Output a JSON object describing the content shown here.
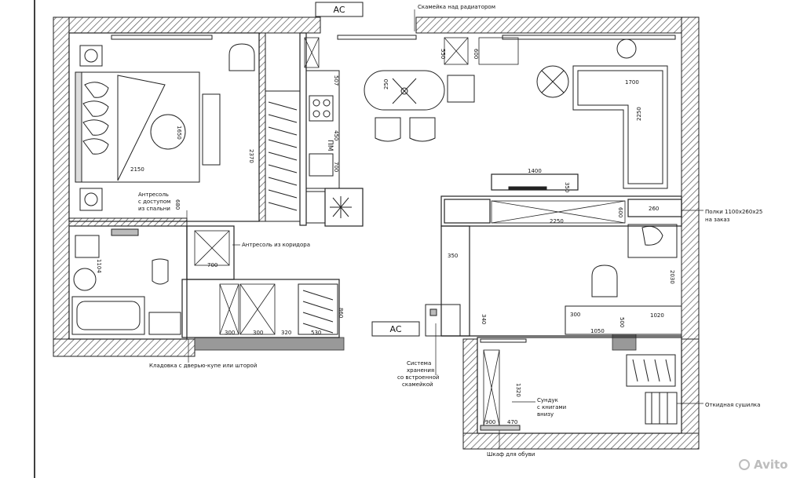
{
  "ac_labels": [
    "AC",
    "AC"
  ],
  "notes": {
    "bench_radiator": "Скамейка над радиатором",
    "mezzanine_bedroom": [
      "Антресоль",
      "с доступом",
      "из спальни"
    ],
    "mezzanine_corridor": "Антресоль из коридора",
    "shelves": [
      "Полки 1100х260х25",
      "на заказ"
    ],
    "closet": "Кладовка с дверью-купе или шторой",
    "storage": [
      "Система",
      "хранения",
      "со встроенной",
      "скамейкой"
    ],
    "trunk": [
      "Сундук",
      "с книгами",
      "внизу"
    ],
    "dryer": "Откидная сушилка",
    "shoe_cabinet": "Шкаф для обуви",
    "pm": "ПМ"
  },
  "dims": {
    "d2150": "2150",
    "d1650": "1650",
    "d2370": "2370",
    "d680": "680",
    "d550": "550",
    "d600": "600",
    "d507": "507",
    "d450": "450",
    "d700_kit": "700",
    "d250": "250",
    "d1700": "1700",
    "d2250_v": "2250",
    "d1400": "1400",
    "d350": "350",
    "d600_b": "600",
    "d260": "260",
    "d2250": "2250",
    "d350_b": "350",
    "d2030": "2030",
    "d1104": "1104",
    "d700": "700",
    "d860": "860",
    "d300": "300",
    "d300_b": "300",
    "d320": "320",
    "d530": "530",
    "d340": "340",
    "d300_c": "300",
    "d500": "500",
    "d1050": "1050",
    "d1020": "1020",
    "d1320": "1320",
    "d900": "900",
    "d470": "470"
  },
  "watermark": "Avito"
}
